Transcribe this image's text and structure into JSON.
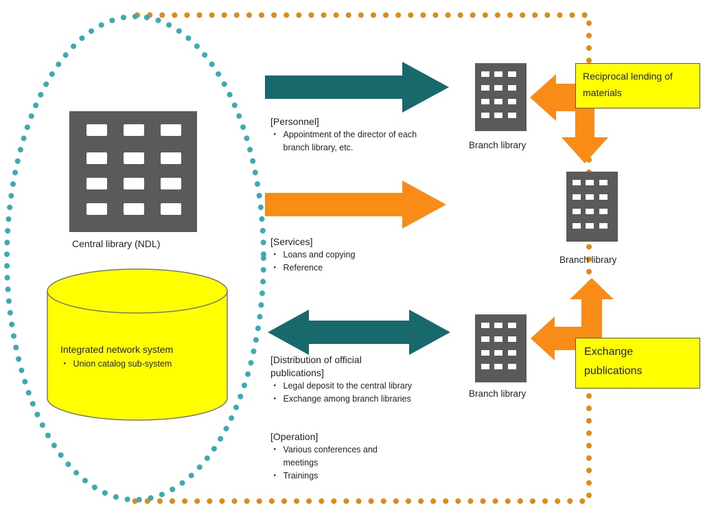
{
  "central": {
    "label": "Central library (NDL)"
  },
  "database": {
    "title": "Integrated network system",
    "bullet": "Union catalog sub-system"
  },
  "branches": [
    {
      "label": "Branch library"
    },
    {
      "label": "Branch library"
    },
    {
      "label": "Branch library"
    }
  ],
  "sections": {
    "personnel": {
      "title": "[Personnel]",
      "items": [
        "Appointment of the director of each branch library, etc."
      ]
    },
    "services": {
      "title": "[Services]",
      "items": [
        "Loans and copying",
        "Reference"
      ]
    },
    "distribution": {
      "title": "[Distribution of official publications]",
      "items": [
        "Legal deposit to the central library",
        "Exchange among branch libraries"
      ]
    },
    "operation": {
      "title": "[Operation]",
      "items": [
        "Various conferences and meetings",
        "Trainings"
      ]
    }
  },
  "callouts": {
    "reciprocal": "Reciprocal lending of materials",
    "exchange": "Exchange publications"
  },
  "bullet_char": "・",
  "colors": {
    "teal": "#17696c",
    "orange": "#f98b17",
    "yellow": "#ffff00",
    "building": "#5a5a5a",
    "central_dots": "#3aaab5",
    "network_dots": "#e08a17"
  }
}
